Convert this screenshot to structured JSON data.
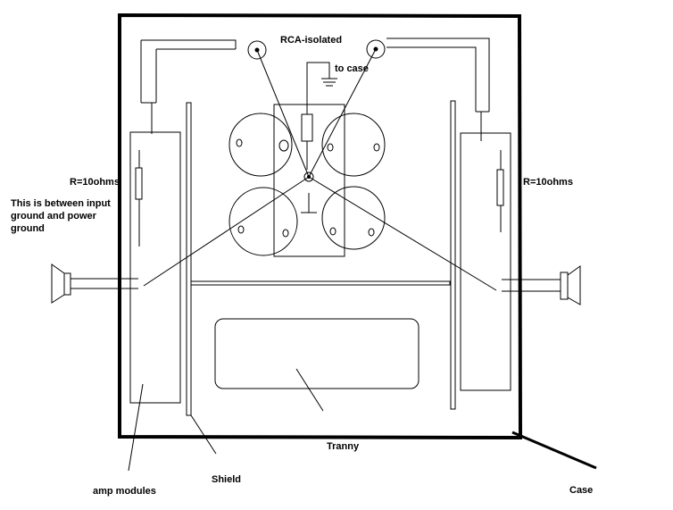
{
  "labels": {
    "rca": "RCA-isolated",
    "to_case": "to case",
    "r_left": "R=10ohms",
    "r_right": "R=10ohms",
    "note_line1": "This is between input",
    "note_line2": "ground and power",
    "note_line3": "ground",
    "tranny": "Tranny",
    "shield": "Shield",
    "amp_modules": "amp modules",
    "case": "Case"
  },
  "colors": {
    "stroke": "#000000",
    "background": "#ffffff"
  }
}
